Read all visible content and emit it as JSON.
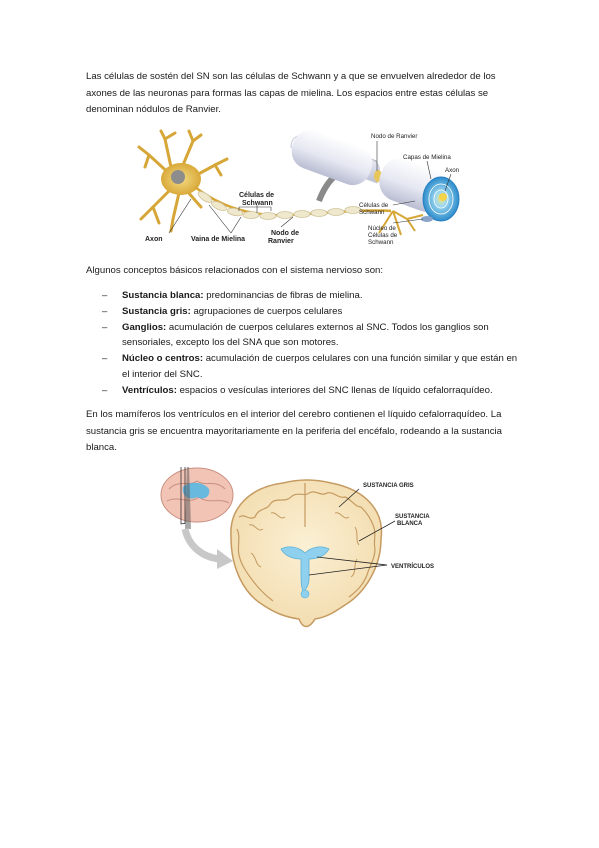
{
  "paragraph1": "Las células de sostén del SN son las células de Schwann y a que se envuelven alrededor de los axones de las neuronas para formas las capas de mielina. Los espacios entre estas células se denominan nódulos de Ranvier.",
  "figure_neuron": {
    "labels": {
      "nodo_ranvier_top": "Nodo de Ranvier",
      "capas_mielina": "Capas de Mielina",
      "axon_right": "Axon",
      "celulas_schwann_mid_1": "Células de",
      "celulas_schwann_mid_2": "Schwann",
      "celulas_schwann_right_1": "Células de",
      "celulas_schwann_right_2": "Schwann",
      "nucleo_1": "Núcleo de",
      "nucleo_2": "Células de",
      "nucleo_3": "Schwann",
      "axon_left": "Axon",
      "vaina_mielina": "Vaina de Mielina",
      "nodo_bottom_1": "Nodo de",
      "nodo_bottom_2": "Ranvier"
    }
  },
  "paragraph2": "Algunos conceptos básicos relacionados con el sistema nervioso son:",
  "concepts": [
    {
      "dash": "–",
      "term": "Sustancia blanca:",
      "text": " predominancias de fibras de mielina."
    },
    {
      "dash": "–",
      "term": "Sustancia gris:",
      "text": " agrupaciones de cuerpos celulares"
    },
    {
      "dash": "–",
      "term": "Ganglios:",
      "text": " acumulación de cuerpos celulares externos al SNC. Todos los ganglios son sensoriales, excepto los del SNA que son motores."
    },
    {
      "dash": "–",
      "term": "Núcleo o centros:",
      "text": " acumulación de cuerpos celulares con una función similar y que están en el interior del SNC."
    },
    {
      "dash": "–",
      "term": "Ventrículos:",
      "text": " espacios o vesículas interiores del SNC llenas de líquido cefalorraquídeo."
    }
  ],
  "paragraph3": "En los mamíferos los ventrículos en el interior del cerebro contienen el líquido cefalorraquídeo. La sustancia gris se encuentra mayoritariamente en la periferia del encéfalo, rodeando a la sustancia blanca.",
  "figure_brain": {
    "labels": {
      "sustancia_gris": "SUSTANCIA GRIS",
      "sustancia_blanca_1": "SUSTANCIA",
      "sustancia_blanca_2": "BLANCA",
      "ventriculos": "VENTRÍCULOS"
    }
  }
}
